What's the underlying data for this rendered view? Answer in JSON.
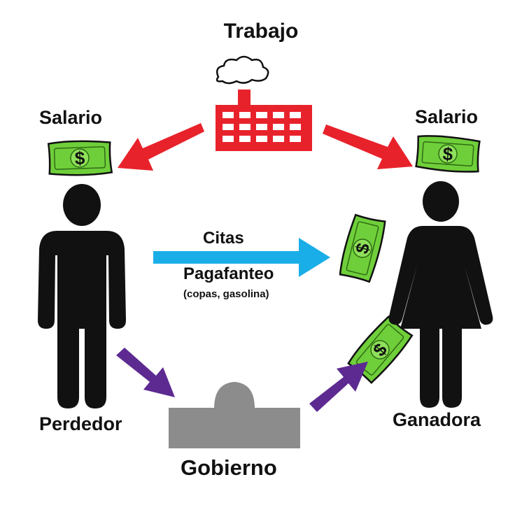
{
  "title": "Trabajo",
  "wage_left": "Salario",
  "wage_right": "Salario",
  "flow_label": "Citas",
  "flow_sublabel": "Pagafanteo",
  "flow_detail": "(copas, gasolina)",
  "left_person_label": "Perdedor",
  "right_person_label": "Ganadora",
  "government_label": "Gobierno",
  "money_symbol": "$",
  "colors": {
    "factory": "#e8222b",
    "red_arrow": "#e8222b",
    "blue_arrow": "#1aaee8",
    "purple_arrow": "#5c2a91",
    "money": "#6fcf3a",
    "money_dark": "#2f6b14",
    "person": "#111111",
    "government": "#8c8c8c"
  },
  "icons": [
    "factory-icon",
    "cloud-icon",
    "money-icon",
    "man-icon",
    "woman-icon",
    "government-building-icon"
  ]
}
